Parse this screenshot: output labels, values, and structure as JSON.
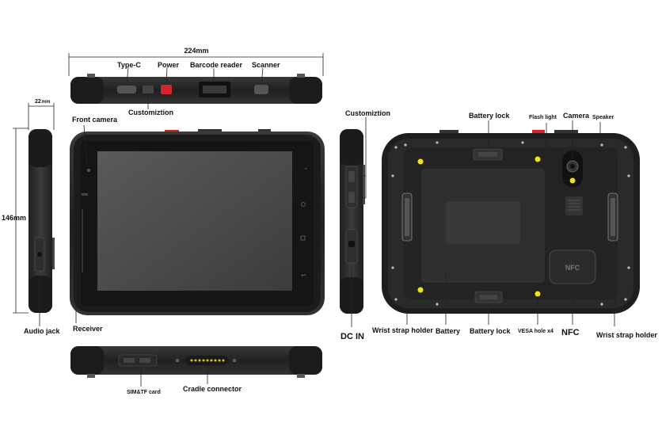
{
  "dimensions": {
    "width": "224mm",
    "height": "146mm",
    "depth": "22",
    "depth_unit": "mm"
  },
  "top_view": {
    "type_c": "Type-C",
    "power": "Power",
    "barcode_reader": "Barcode reader",
    "scanner": "Scanner",
    "customization": "Customiztion"
  },
  "front_view": {
    "front_camera": "Front camera",
    "receiver": "Receiver",
    "audio_jack": "Audio jack"
  },
  "right_view": {
    "customization": "Customiztion",
    "dc_in": "DC IN"
  },
  "bottom_view": {
    "sim_tf": "SIM&TF card",
    "cradle": "Cradle connector"
  },
  "back_view": {
    "battery_lock_top": "Battery  lock",
    "flash_light": "Flash light",
    "camera": "Camera",
    "speaker": "Speaker",
    "wrist_left": "Wrist strap holder",
    "battery": "Battery",
    "battery_lock_bottom": "Battery lock",
    "vesa": "VESA hole x4",
    "nfc": "NFC",
    "nfc_mark": "NFC",
    "wrist_right": "Wrist strap holder"
  },
  "colors": {
    "body": "#2b2b2b",
    "screen": "#4a4a4a",
    "power_button": "#d4262b",
    "vesa_dot": "#f2e313",
    "cradle_pin": "#e0c21a"
  }
}
